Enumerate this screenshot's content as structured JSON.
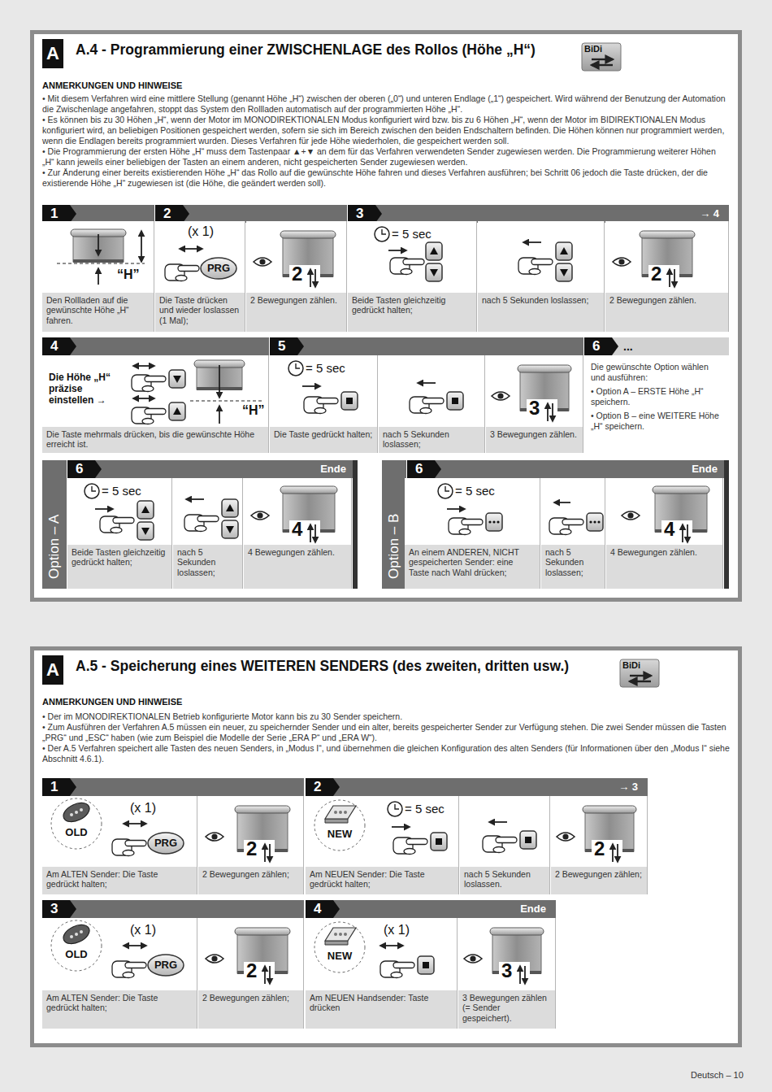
{
  "diagram": {
    "nodes": [
      {
        "text": [
          "A",
          "A.4 - Programmierung einer ZWISCHENLAGE des Rollos (Höhe „H“)",
          "BiDi",
          "ANMERKUNGEN UND HINWEISE",
          "• Mit diesem Verfahren wird eine mittlere Stellung (genannt Höhe „H“) zwischen der oberen („0“) und unteren Endlage („1“) gespeichert. Wird während der Benutzung der Automation die Zwischenlage angefahren, stoppt das System den Rollladen automatisch auf der programmierten Höhe „H“.",
          "• Es können bis zu 30 Höhen „H“, wenn der Motor im MONODIREKTIONALEN Modus konfiguriert wird bzw. bis zu 6 Höhen „H“, wenn der Motor im BIDIREKTIONALEN Modus konfiguriert wird, an beliebigen Positionen gespeichert werden, sofern sie sich im Bereich zwischen den beiden Endschaltern befinden. Die Höhen können nur programmiert werden, wenn die Endlagen bereits programmiert wurden. Dieses Verfahren für jede Höhe wiederholen, die gespeichert werden soll.",
          "• Die Programmierung der ersten Höhe „H“ muss dem Tastenpaar ▲+▼ an dem für das Verfahren verwendeten Sender zugewiesen werden. Die Programmierung weiterer Höhen „H“ kann jeweils einer beliebigen der Tasten an einem anderen, nicht gespeicherten Sender zugewiesen werden.",
          "• Zur Änderung einer bereits existierenden Höhe „H“ das Rollo auf die gewünschte Höhe fahren und dieses Verfahren ausführen; bei Schritt 06 jedoch die Taste drücken, der die existierende Höhe „H“ zugewiesen ist (die Höhe, die geändert werden soll)."
        ]
      },
      {
        "text": [
          "1"
        ],
        "in": 0
      },
      {
        "text": [
          "“H”",
          "Den Rollladen auf die gewünschte Höhe „H“ fahren."
        ],
        "in": 1
      },
      {
        "text": [
          "2"
        ],
        "in": 0
      },
      {
        "text": [
          "(x 1)",
          "PRG",
          "Die Taste drücken und wieder loslassen (1 Mal);"
        ],
        "in": 3
      },
      {
        "text": [
          "2",
          "2 Bewegungen zählen."
        ],
        "in": 3
      },
      {
        "text": [
          "3",
          "→ 4"
        ],
        "in": 0
      },
      {
        "text": [
          "= 5 sec",
          "Beide Tasten gleichzeitig gedrückt halten;"
        ],
        "in": 6
      },
      {
        "text": [
          "nach 5 Sekunden loslassen;"
        ],
        "in": 6
      },
      {
        "text": [
          "2",
          "2 Bewegungen zählen."
        ],
        "in": 6
      },
      {
        "text": [
          "4"
        ],
        "in": 0
      },
      {
        "text": [
          "Die Höhe „H“ präzise einstellen →",
          "“H”",
          "Die Taste mehrmals drücken, bis die gewünschte Höhe erreicht ist."
        ],
        "in": 10
      },
      {
        "text": [
          "5"
        ],
        "in": 0
      },
      {
        "text": [
          "= 5 sec",
          "Die Taste gedrückt halten;"
        ],
        "in": 12
      },
      {
        "text": [
          "nach 5 Sekunden loslassen;"
        ],
        "in": 12
      },
      {
        "text": [
          "3",
          "3 Bewegungen zählen."
        ],
        "in": 12
      },
      {
        "text": [
          "6",
          "...",
          "Die gewünschte Option wählen und ausführen:",
          "• Option A – ERSTE Höhe „H“ speichern.",
          "• Option B – eine WEITERE Höhe „H“ speichern."
        ],
        "in": 0
      },
      {
        "text": [
          "Option – A",
          "6",
          "Ende"
        ],
        "in": 0
      },
      {
        "text": [
          "= 5 sec",
          "Beide Tasten gleichzeitig gedrückt halten;"
        ],
        "in": 17
      },
      {
        "text": [
          "nach 5 Sekunden loslassen;"
        ],
        "in": 17
      },
      {
        "text": [
          "4",
          "4 Bewegungen zählen."
        ],
        "in": 17
      },
      {
        "text": [
          "Option – B",
          "6",
          "Ende"
        ],
        "in": 0
      },
      {
        "text": [
          "= 5 sec",
          "An einem ANDEREN, NICHT gespeicherten Sender: eine Taste nach Wahl drücken;"
        ],
        "in": 21
      },
      {
        "text": [
          "nach 5 Sekunden loslassen;"
        ],
        "in": 21
      },
      {
        "text": [
          "4",
          "4 Bewegungen zählen."
        ],
        "in": 21
      },
      {
        "text": [
          "A",
          "A.5 - Speicherung eines WEITEREN SENDERS (des zweiten, dritten usw.)",
          "BiDi",
          "ANMERKUNGEN UND HINWEISE",
          "• Der im MONODIREKTIONALEN Betrieb konfigurierte Motor kann bis zu 30 Sender speichern.",
          "• Zum Ausführen der Verfahren A.5 müssen ein neuer, zu speichernder Sender und ein alter, bereits gespeicherter Sender zur Verfügung stehen. Die zwei Sender müssen die Tasten „PRG“ und „ESC“ haben (wie zum Beispiel die Modelle der Serie „ERA P“ und „ERA W“).",
          "• Der A.5 Verfahren speichert alle Tasten des neuen Senders, in „Modus I“, und übernehmen die gleichen Konfiguration des alten Senders (für Informationen über den „Modus I“ siehe Abschnitt 4.6.1)."
        ]
      },
      {
        "text": [
          "1"
        ],
        "in": 25
      },
      {
        "text": [
          "OLD",
          "(x 1)",
          "PRG",
          "Am ALTEN Sender: Die Taste gedrückt halten;"
        ],
        "in": 26
      },
      {
        "text": [
          "2",
          "2 Bewegungen zählen;"
        ],
        "in": 26
      },
      {
        "text": [
          "2",
          "→ 3"
        ],
        "in": 25
      },
      {
        "text": [
          "NEW",
          "= 5 sec",
          "Am NEUEN Sender: Die Taste gedrückt halten;"
        ],
        "in": 29
      },
      {
        "text": [
          "nach 5 Sekunden loslassen."
        ],
        "in": 29
      },
      {
        "text": [
          "2",
          "2 Bewegungen zählen;"
        ],
        "in": 29
      },
      {
        "text": [
          "3"
        ],
        "in": 25
      },
      {
        "text": [
          "OLD",
          "(x 1)",
          "PRG",
          "Am ALTEN Sender: Die Taste gedrückt halten;"
        ],
        "in": 33
      },
      {
        "text": [
          "2",
          "2 Bewegungen zählen;"
        ],
        "in": 33
      },
      {
        "text": [
          "4",
          "Ende"
        ],
        "in": 25
      },
      {
        "text": [
          "NEW",
          "(x 1)",
          "Am NEUEN Handsender: Taste drücken"
        ],
        "in": 36
      },
      {
        "text": [
          "3",
          "3 Bewegungen zählen (= Sender gespeichert)."
        ],
        "in": 36
      }
    ],
    "labels": [
      "Deutsch – 10"
    ]
  }
}
